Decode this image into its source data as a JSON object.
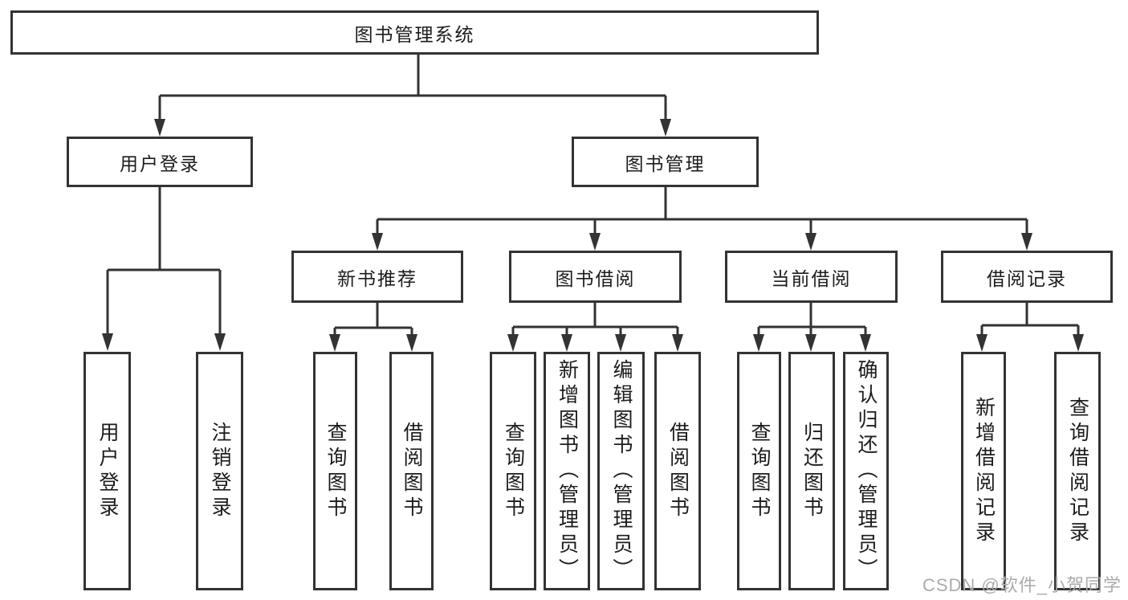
{
  "diagram_title": "图书管理系统",
  "colors": {
    "line": "#333333",
    "box_border": "#333333",
    "text": "#1c1c1c",
    "watermark": "#ababab",
    "background": "#ffffff"
  },
  "nodes": {
    "root": {
      "label": "图书管理系统"
    },
    "branches": [
      {
        "label": "用户登录"
      },
      {
        "label": "图书管理"
      }
    ],
    "modules": [
      {
        "label": "新书推荐"
      },
      {
        "label": "图书借阅"
      },
      {
        "label": "当前借阅"
      },
      {
        "label": "借阅记录"
      }
    ],
    "leaves": {
      "login": [
        "用户登录",
        "注销登录"
      ],
      "recommend": [
        "查询图书",
        "借阅图书"
      ],
      "borrow": [
        "查询图书",
        "新增图书（管理员）",
        "编辑图书（管理员）",
        "借阅图书"
      ],
      "current": [
        "查询图书",
        "归还图书",
        "确认归还（管理员）"
      ],
      "records": [
        "新增借阅记录",
        "查询借阅记录"
      ]
    }
  },
  "watermark": {
    "text": "CSDN @软件_小贺同学"
  }
}
